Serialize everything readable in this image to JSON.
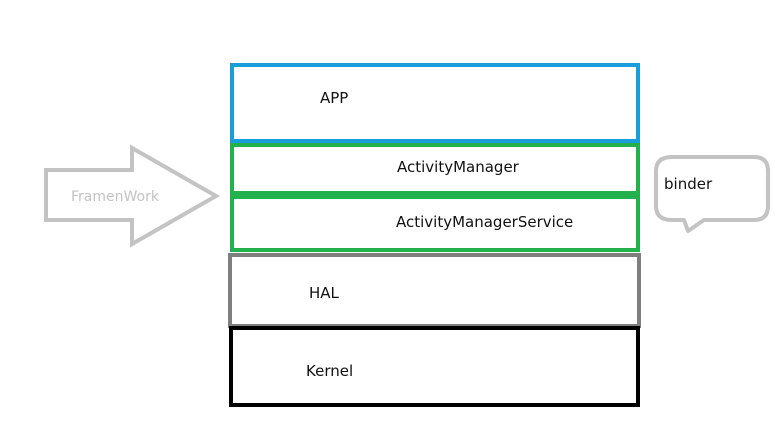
{
  "layers": {
    "app": "APP",
    "activity_manager": "ActivityManager",
    "activity_manager_service": "ActivityManagerService",
    "hal": "HAL",
    "kernel": "Kernel"
  },
  "arrow": {
    "label": "FramenWork"
  },
  "callout": {
    "label": "binder"
  },
  "colors": {
    "app": "#1a9ddb",
    "framework": "#22b14c",
    "hal": "#7f7f7f",
    "kernel": "#000000",
    "arrow": "#c3c3c3",
    "callout": "#c3c3c3"
  }
}
